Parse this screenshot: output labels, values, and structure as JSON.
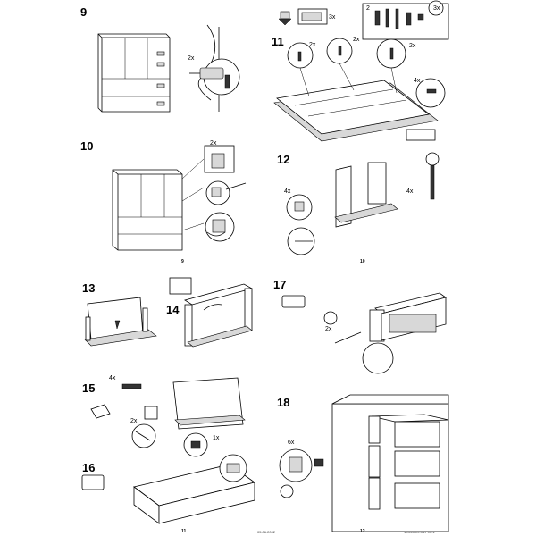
{
  "steps": {
    "s9": "9",
    "s10": "10",
    "s11": "11",
    "s12": "12",
    "s13": "13",
    "s14": "14",
    "s15": "15",
    "s16": "16",
    "s17": "17",
    "s18": "18"
  },
  "quantities": {
    "q9_screws": "2x",
    "q10_hinge": "2x",
    "q11_box": "3x",
    "q11_kit": "3x",
    "q11_pin_a": "2x",
    "q11_pin_b": "2x",
    "q11_pin_c": "2x",
    "q11_dowels": "4x",
    "q12_left": "4x",
    "q12_right": "4x",
    "q15_dowels": "4x",
    "q15_clips": "2x",
    "q16_screw": "1x",
    "q17_knobs": "2x",
    "q18_rails": "6x"
  },
  "page_numbers": {
    "p9": "9",
    "p10": "10",
    "p11": "11",
    "p12": "12"
  },
  "kit_label": "2",
  "footer": {
    "center": "05.06.2002",
    "right": "10449HO-CVP05-1"
  }
}
